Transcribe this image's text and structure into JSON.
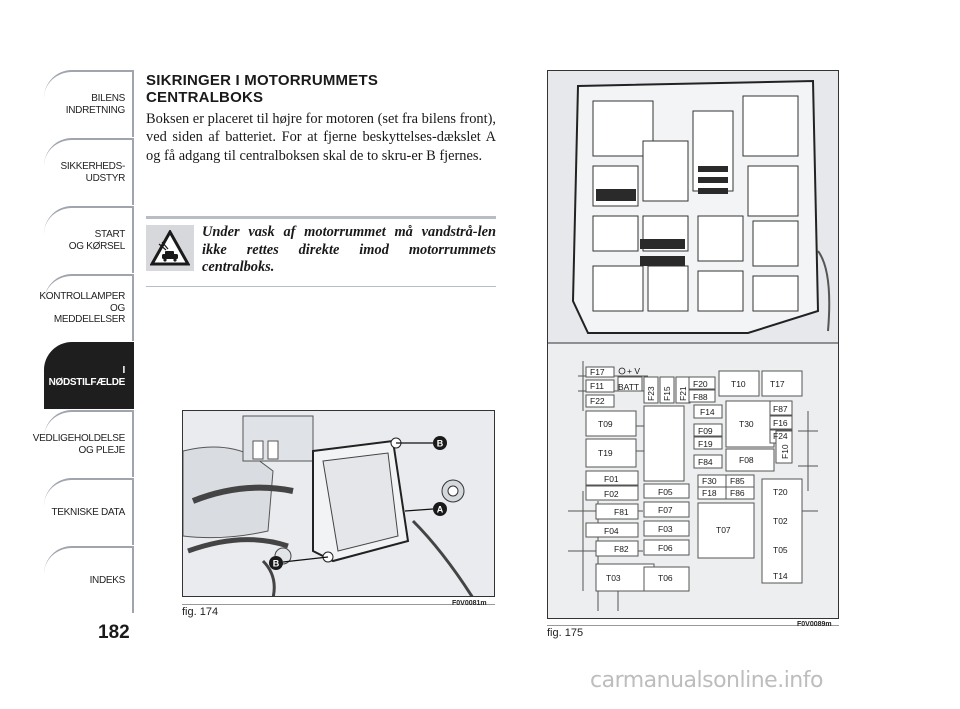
{
  "sidebar": {
    "tabs": [
      {
        "label": "BILENS\nINDRETNING",
        "active": false
      },
      {
        "label": "SIKKERHEDS-\nUDSTYR",
        "active": false
      },
      {
        "label": "START\nOG KØRSEL",
        "active": false
      },
      {
        "label": "KONTROLLAMPER\nOG MEDDELELSER",
        "active": false
      },
      {
        "label": "I NØDSTILFÆLDE",
        "active": true
      },
      {
        "label": "VEDLIGEHOLDELSE\nOG PLEJE",
        "active": false
      },
      {
        "label": "TEKNISKE DATA",
        "active": false
      },
      {
        "label": "INDEKS",
        "active": false
      }
    ]
  },
  "page_number": "182",
  "section": {
    "heading": "SIKRINGER I MOTORRUMMETS\nCENTRALBOKS",
    "body": "Boksen er placeret til højre for motoren (set fra bilens front), ved siden af batteriet. For at fjerne beskyttelses-dækslet A og få adgang til centralboksen skal de to skru-er B fjernes."
  },
  "warning": {
    "icon": "car-wash-warning-icon",
    "text": "Under vask af motorrummet må vandstrå-len ikke rettes direkte imod motorrummets centralboks."
  },
  "figures": {
    "fig174": {
      "caption": "fig. 174",
      "code": "F0V0081m",
      "markers": [
        "A",
        "B",
        "B"
      ]
    },
    "fig175": {
      "caption": "fig. 175",
      "code": "F0V0089m"
    }
  },
  "fuse_labels": {
    "F17": "F17",
    "plusV": "+ V",
    "F11": "F11",
    "BATT": "BATT",
    "F22": "F22",
    "F23": "F23",
    "F15": "F15",
    "F21": "F21",
    "F20": "F20",
    "F88": "F88",
    "T10": "T10",
    "T17": "T17",
    "F14": "F14",
    "T09": "T09",
    "T30": "T30",
    "F87": "F87",
    "F16": "F16",
    "F24": "F24",
    "F09": "F09",
    "F19": "F19",
    "F10": "F10",
    "T19": "T19",
    "F84": "F84",
    "F08": "F08",
    "F01": "F01",
    "F30": "F30",
    "F85": "F85",
    "F02": "F02",
    "F05": "F05",
    "F18": "F18",
    "F86": "F86",
    "T20": "T20",
    "F81": "F81",
    "F07": "F07",
    "F04": "F04",
    "F03": "F03",
    "T07": "T07",
    "T02": "T02",
    "F82": "F82",
    "F06": "F06",
    "T05": "T05",
    "T03": "T03",
    "T06": "T06",
    "T14": "T14"
  },
  "watermark": "carmanualsonline.info"
}
